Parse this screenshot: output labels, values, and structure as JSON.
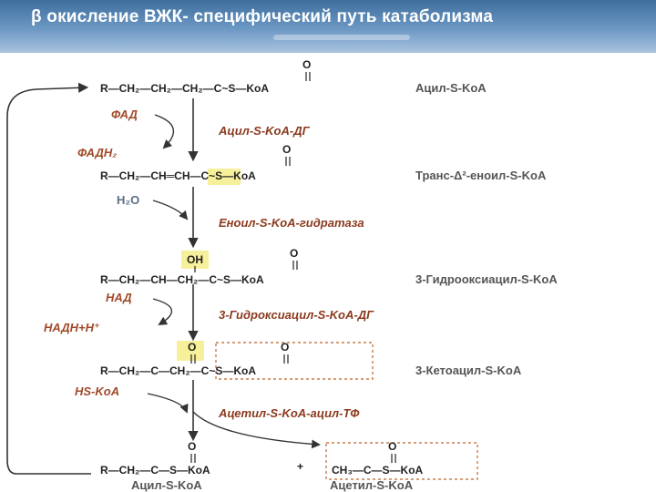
{
  "title": "β окисление ВЖК- специфический путь катаболизма",
  "colors": {
    "banner": "#4f7fae",
    "enzyme": "#8b3a1e",
    "highlight": "#f7f09a",
    "dotted_box": "#c87a4a",
    "arrow": "#333333"
  },
  "compounds": [
    {
      "formula": "R—CH₂—CH₂—CH₂—C~S—KoA",
      "name": "Ацил-S-KoA"
    },
    {
      "formula": "R—CH₂—CH═CH—C~S—KoA",
      "name": "Транс-Δ²-еноил-S-KoA"
    },
    {
      "formula": "R—CH₂—CH—CH₂—C~S—KoA",
      "substituent": "OH",
      "name": "3-Гидрооксиацил-S-KoA"
    },
    {
      "formula": "R—CH₂—C—CH₂—C~S—KoA",
      "name": "3-Кетоацил-S-KoA"
    },
    {
      "formula": "R—CH₂—C—S—KoA",
      "name": "Ацил-S-KoA"
    },
    {
      "formula": "CH₃—C—S—KoA",
      "name": "Ацетил-S-KoA"
    }
  ],
  "enzymes": [
    "Ацил-S-KoA-ДГ",
    "Еноил-S-KoA-гидратаза",
    "3-Гидроксиацил-S-KoA-ДГ",
    "Ацетил-S-KoA-ацил-ТФ"
  ],
  "cofactors": {
    "fad": "ФАД",
    "fadh2": "ФАДН₂",
    "water": "H₂O",
    "nad": "НАД",
    "nadh": "НАДН+Н⁺",
    "hskoa": "HS-KoA"
  },
  "oxygen_label": "O",
  "plus": "+"
}
